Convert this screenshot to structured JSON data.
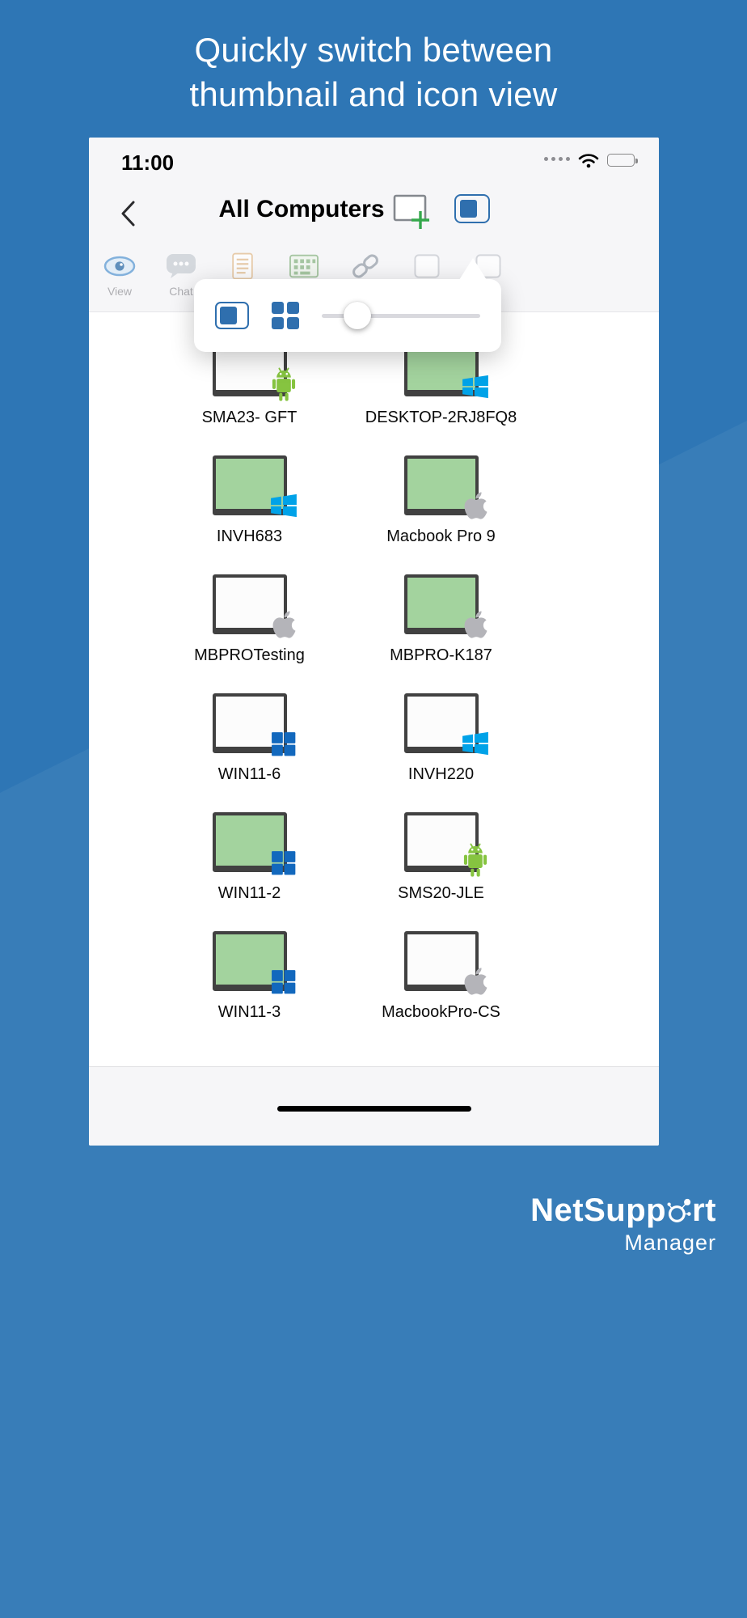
{
  "hero": {
    "title_line1": "Quickly switch between",
    "title_line2": "thumbnail and icon view"
  },
  "colors": {
    "background_blue": "#2e76b5",
    "accent_blue": "#2f6fae",
    "windows_flag_blue": "#00a2e8",
    "windows_tile_blue": "#1268bd",
    "android_green": "#86c440",
    "apple_gray": "#b4b4b9",
    "screen_green": "#a3d39e"
  },
  "status_bar": {
    "time": "11:00",
    "icons": [
      "cellular-dots-icon",
      "wifi-icon",
      "battery-icon"
    ]
  },
  "nav": {
    "back_icon": "chevron-left-icon",
    "title": "All Computers",
    "actions": [
      {
        "name": "add-computer",
        "icon": "screen-plus-icon"
      },
      {
        "name": "view-mode",
        "icon": "thumbnail-view-icon",
        "active": true
      }
    ]
  },
  "toolbar": {
    "items": [
      {
        "label": "View",
        "icon": "eye-icon"
      },
      {
        "label": "Chat",
        "icon": "chat-bubble-icon"
      },
      {
        "label": "",
        "icon": "document-icon"
      },
      {
        "label": "",
        "icon": "keypad-grid-icon"
      },
      {
        "label": "",
        "icon": "link-icon"
      },
      {
        "label": "",
        "icon": "square-icon"
      },
      {
        "label": "",
        "icon": "square-icon"
      }
    ]
  },
  "view_popup": {
    "options": [
      {
        "name": "thumbnail-view",
        "icon": "thumbnail-icon"
      },
      {
        "name": "icon-view",
        "icon": "grid-icon"
      }
    ],
    "slider": {
      "value_percent": 14
    }
  },
  "computers": [
    {
      "name": "SMA23- GFT",
      "os": "android",
      "screen": "blank"
    },
    {
      "name": "DESKTOP-2RJ8FQ8",
      "os": "windows-flag",
      "screen": "active"
    },
    {
      "name": "INVH683",
      "os": "windows-flag",
      "screen": "active"
    },
    {
      "name": "Macbook Pro 9",
      "os": "apple",
      "screen": "active"
    },
    {
      "name": "MBPROTesting",
      "os": "apple",
      "screen": "blank"
    },
    {
      "name": "MBPRO-K187",
      "os": "apple",
      "screen": "active"
    },
    {
      "name": "WIN11-6",
      "os": "windows-tile",
      "screen": "blank"
    },
    {
      "name": "INVH220",
      "os": "windows-flag",
      "screen": "blank"
    },
    {
      "name": "WIN11-2",
      "os": "windows-tile",
      "screen": "active"
    },
    {
      "name": "SMS20-JLE",
      "os": "android",
      "screen": "blank"
    },
    {
      "name": "WIN11-3",
      "os": "windows-tile",
      "screen": "active"
    },
    {
      "name": "MacbookPro-CS",
      "os": "apple",
      "screen": "blank"
    }
  ],
  "brand": {
    "name": "NetSupport",
    "name_prefix": "NetSupp",
    "name_suffix": "rt",
    "subtitle": "Manager"
  }
}
